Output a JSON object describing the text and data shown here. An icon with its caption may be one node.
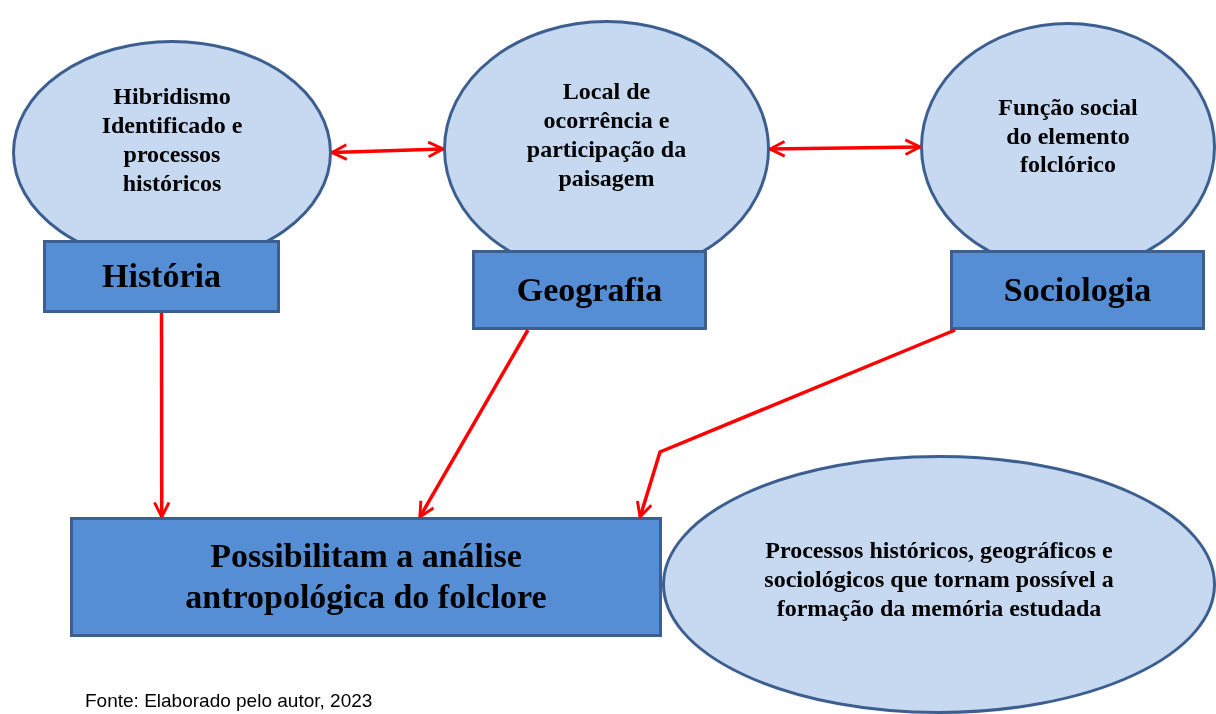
{
  "diagram": {
    "caption": "Fonte: Elaborado pelo autor, 2023",
    "nodes": [
      {
        "text": [
          "Hibridismo Identificado e processos históricos"
        ]
      },
      {
        "text": [
          "História"
        ]
      },
      {
        "text": [
          "Local de ocorrência e participação da paisagem"
        ]
      },
      {
        "text": [
          "Geografia"
        ]
      },
      {
        "text": [
          "Função social do elemento folclórico"
        ]
      },
      {
        "text": [
          "Sociologia"
        ]
      },
      {
        "text": [
          "Possibilitam a análise antropológica do folclore"
        ]
      },
      {
        "text": [
          "Processos históricos, geográficos e sociológicos que tornam possível a formação da memória estudada"
        ]
      }
    ],
    "edges": [
      {
        "from": 0,
        "to": 2,
        "arrow": "both"
      },
      {
        "from": 2,
        "to": 4,
        "arrow": "both"
      },
      {
        "from": 1,
        "to": 6,
        "arrow": "to"
      },
      {
        "from": 3,
        "to": 6,
        "arrow": "to"
      },
      {
        "from": 5,
        "to": 6,
        "arrow": "to"
      }
    ]
  }
}
